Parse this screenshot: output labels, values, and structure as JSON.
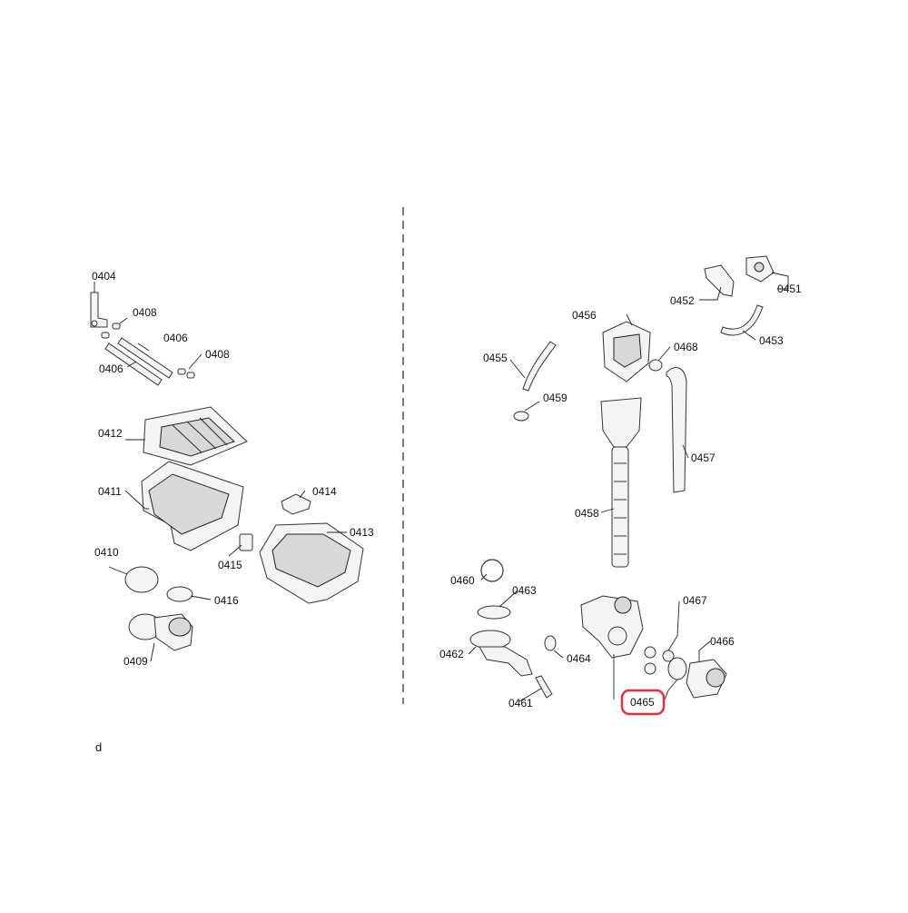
{
  "diagram": {
    "highlight_color": "#e8303a",
    "corner_note": "d",
    "left_group": {
      "labels": [
        "0404",
        "0408",
        "0406",
        "0406",
        "0408",
        "0412",
        "0411",
        "0414",
        "0413",
        "0410",
        "0415",
        "0416",
        "0409"
      ]
    },
    "right_group": {
      "labels": [
        "0452",
        "0451",
        "0456",
        "0468",
        "0453",
        "0455",
        "0459",
        "0457",
        "0458",
        "0460",
        "0463",
        "0467",
        "0466",
        "0462",
        "0464",
        "0461",
        "0465"
      ],
      "highlighted": "0465"
    }
  }
}
